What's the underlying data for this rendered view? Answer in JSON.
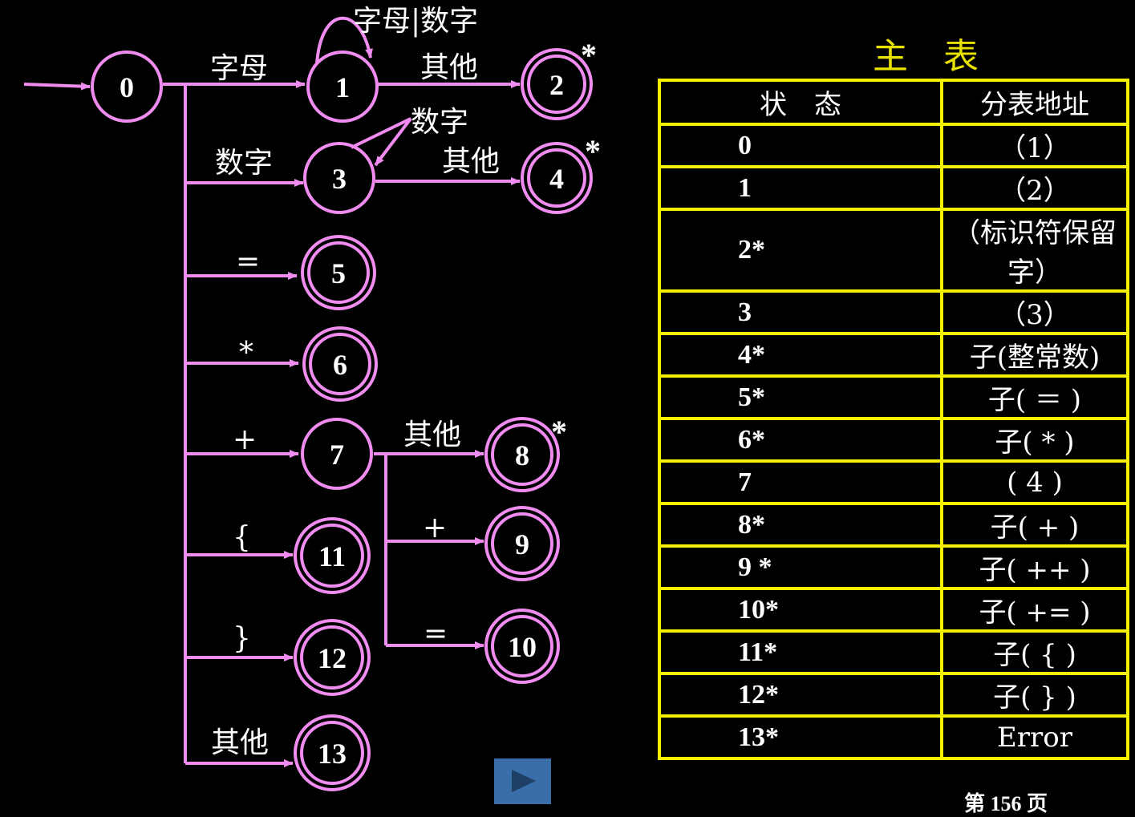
{
  "diagram": {
    "states": [
      "0",
      "1",
      "2",
      "3",
      "4",
      "5",
      "6",
      "7",
      "8",
      "9",
      "10",
      "11",
      "12",
      "13"
    ],
    "stars": [
      "*",
      "*",
      "*"
    ],
    "edge_labels": {
      "s0_1": "字母",
      "s1_loop": "字母|数字",
      "s1_2": "其他",
      "s0_3": "数字",
      "s3_loop": "数字",
      "s3_4": "其他",
      "s0_5": "=",
      "s0_6": "*",
      "s0_7": "+",
      "s7_8": "其他",
      "s7_9": "+",
      "s7_10": "=",
      "s0_11": "{",
      "s0_12": "}",
      "s0_13": "其他"
    },
    "colors": {
      "edge": "#f08cf0",
      "table_border": "#f4f000",
      "title": "#e8e000",
      "background": "#000000"
    }
  },
  "table": {
    "title": "主表",
    "headers": [
      "状　态",
      "分表地址"
    ],
    "rows": [
      [
        "0",
        "（1）"
      ],
      [
        "1",
        "（2）"
      ],
      [
        "2*",
        "（标识符保留字）"
      ],
      [
        "3",
        "（3）"
      ],
      [
        "4*",
        "子(整常数)"
      ],
      [
        "5*",
        "子( ＝ )"
      ],
      [
        "6*",
        "子( * )"
      ],
      [
        "7",
        "( 4 )"
      ],
      [
        "8*",
        "子( + )"
      ],
      [
        "9 *",
        "子( ++ )"
      ],
      [
        "10*",
        "子( += )"
      ],
      [
        "11*",
        "子( { )"
      ],
      [
        "12*",
        "子( } )"
      ],
      [
        "13*",
        "Error"
      ]
    ]
  },
  "nav": {
    "play_icon": "play-icon"
  },
  "footer": {
    "page": "第 156 页"
  }
}
